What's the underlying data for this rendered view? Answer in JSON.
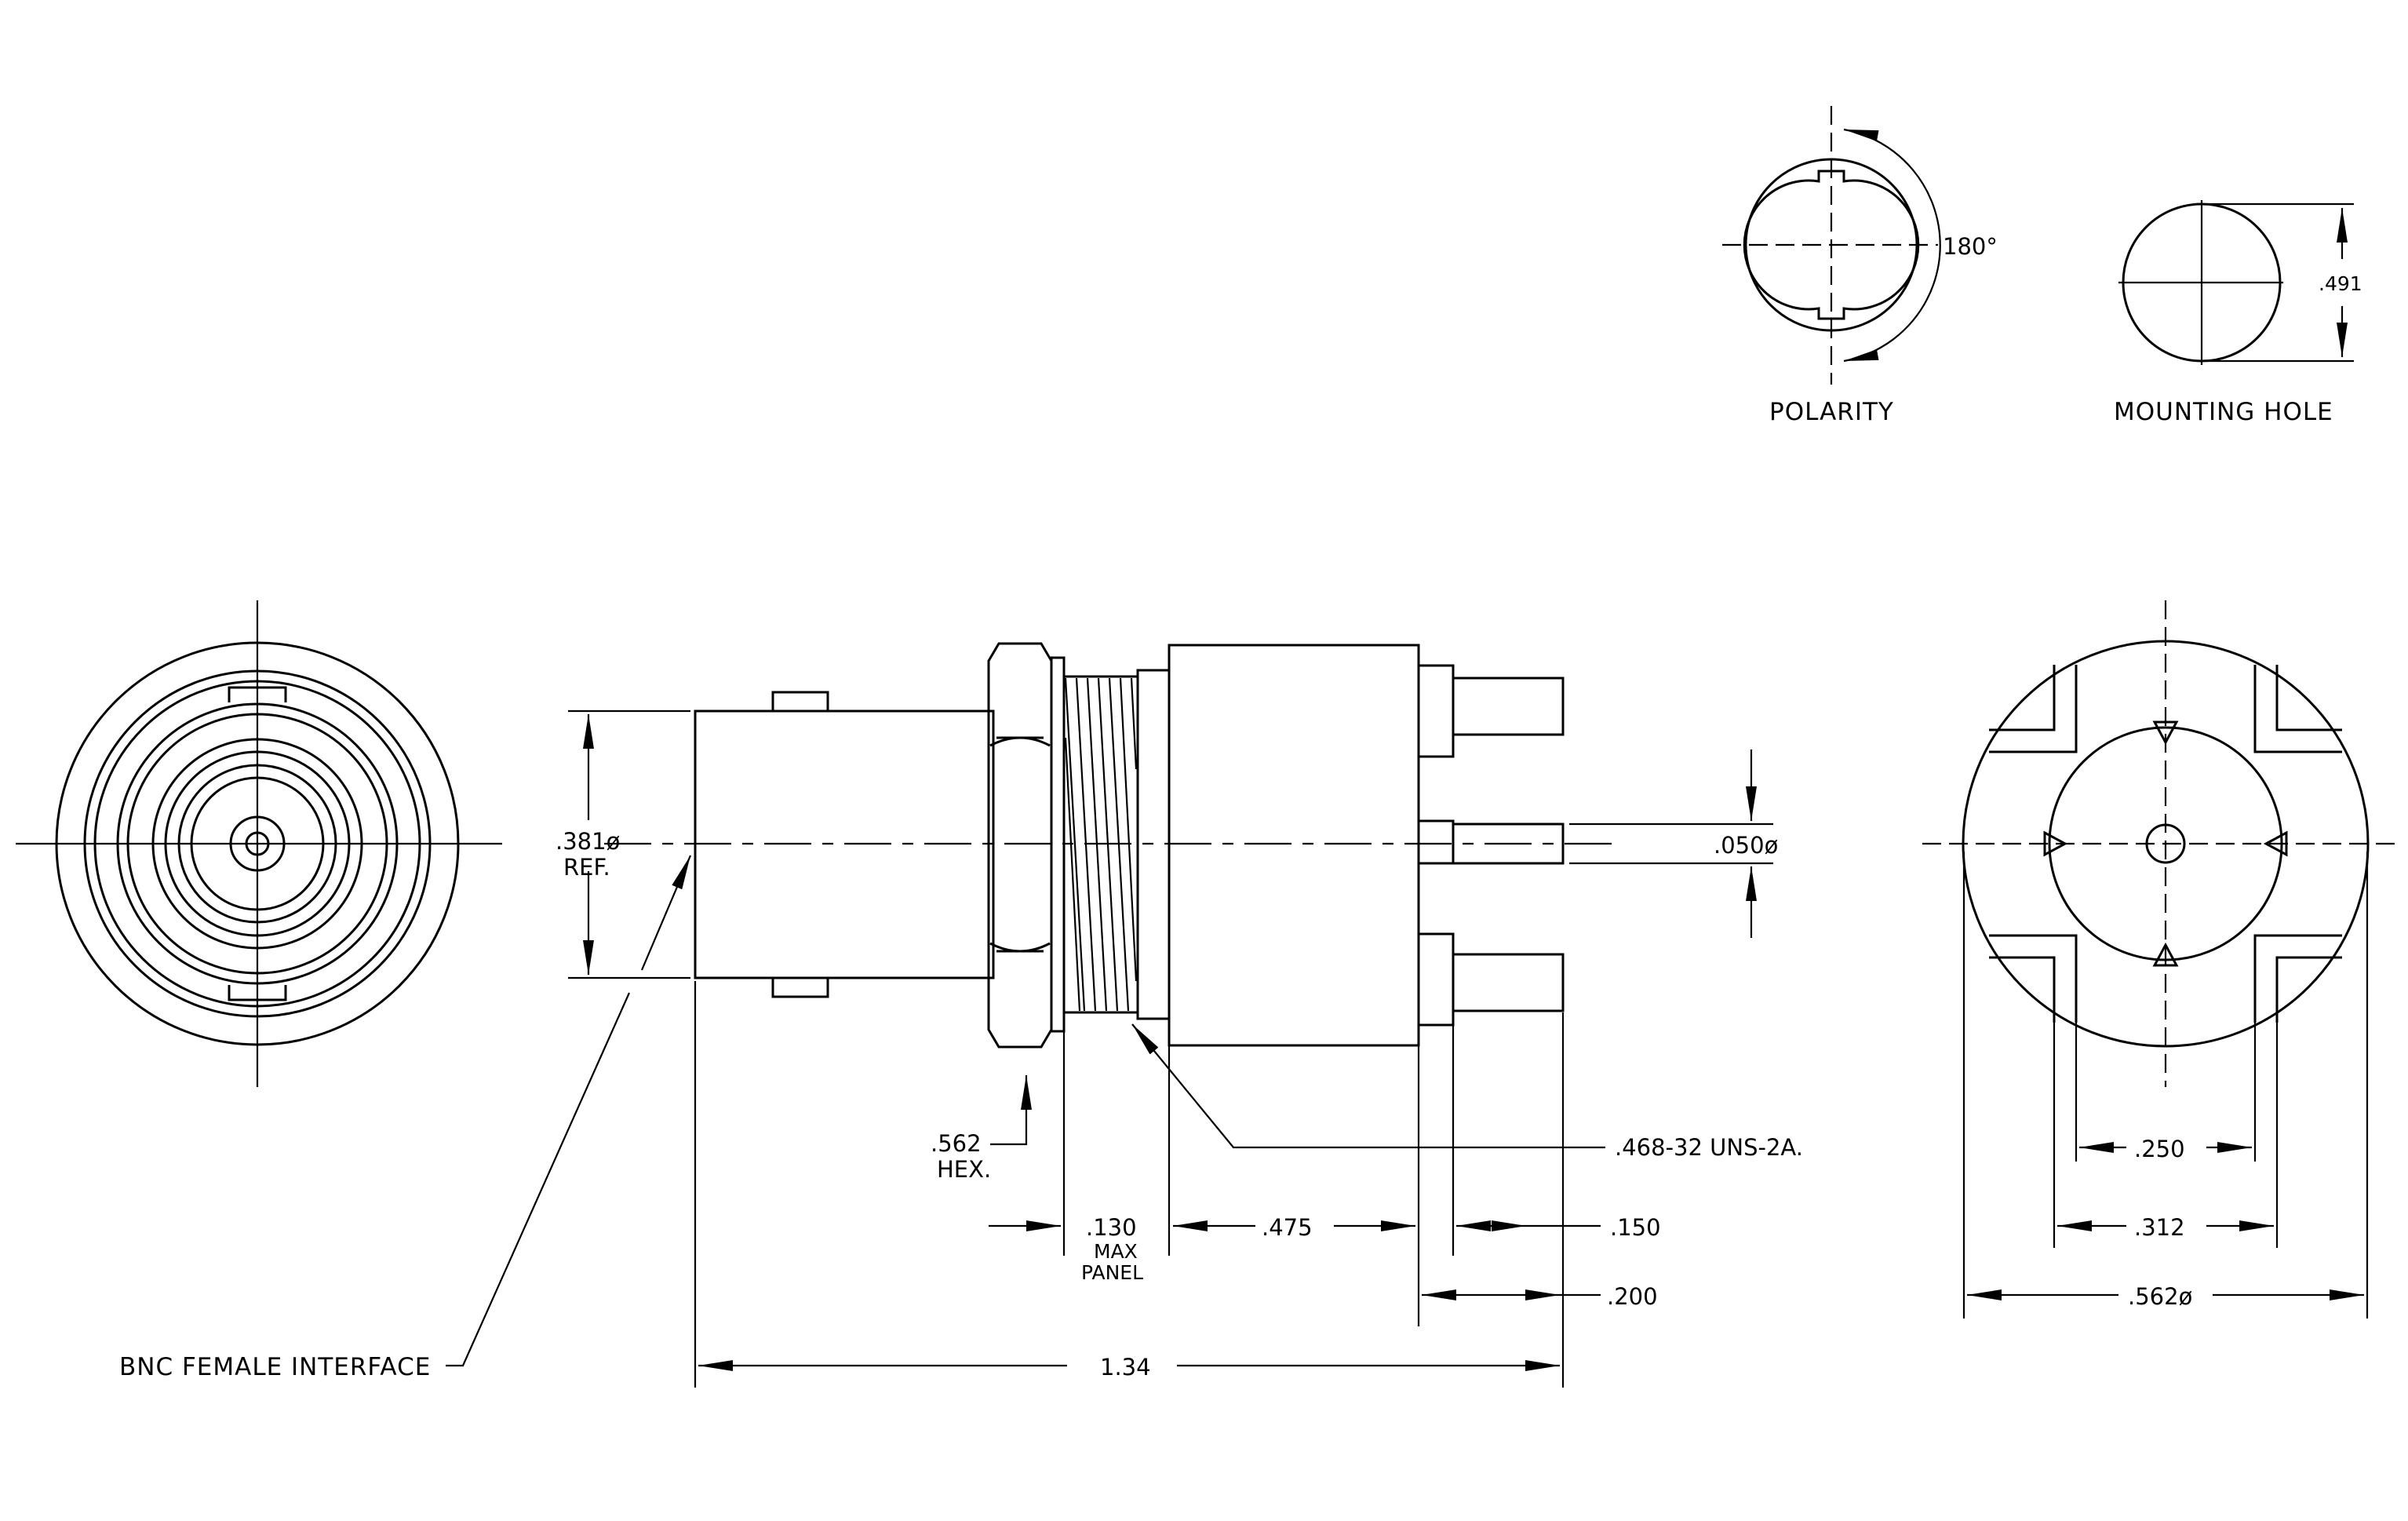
{
  "views": {
    "polarity": {
      "title": "POLARITY",
      "angle": "180°"
    },
    "mounting_hole": {
      "title": "MOUNTING HOLE",
      "dia": ".491"
    }
  },
  "dimensions": {
    "ref_dia": ".381ø",
    "ref_note": "REF.",
    "hex_size": ".562",
    "hex_note": "HEX.",
    "max_panel": ".130",
    "max_panel_line2": "MAX",
    "max_panel_line3": "PANEL",
    "body_length": ".475",
    "pin_length": ".150",
    "pin_spacing": ".200",
    "overall_length": "1.34",
    "pin_dia": ".050ø",
    "thread": ".468-32 UNS-2A.",
    "pin_center_spacing": ".250",
    "square_spacing": ".312",
    "flange_dia": ".562ø"
  },
  "notes": {
    "interface": "BNC FEMALE INTERFACE"
  }
}
